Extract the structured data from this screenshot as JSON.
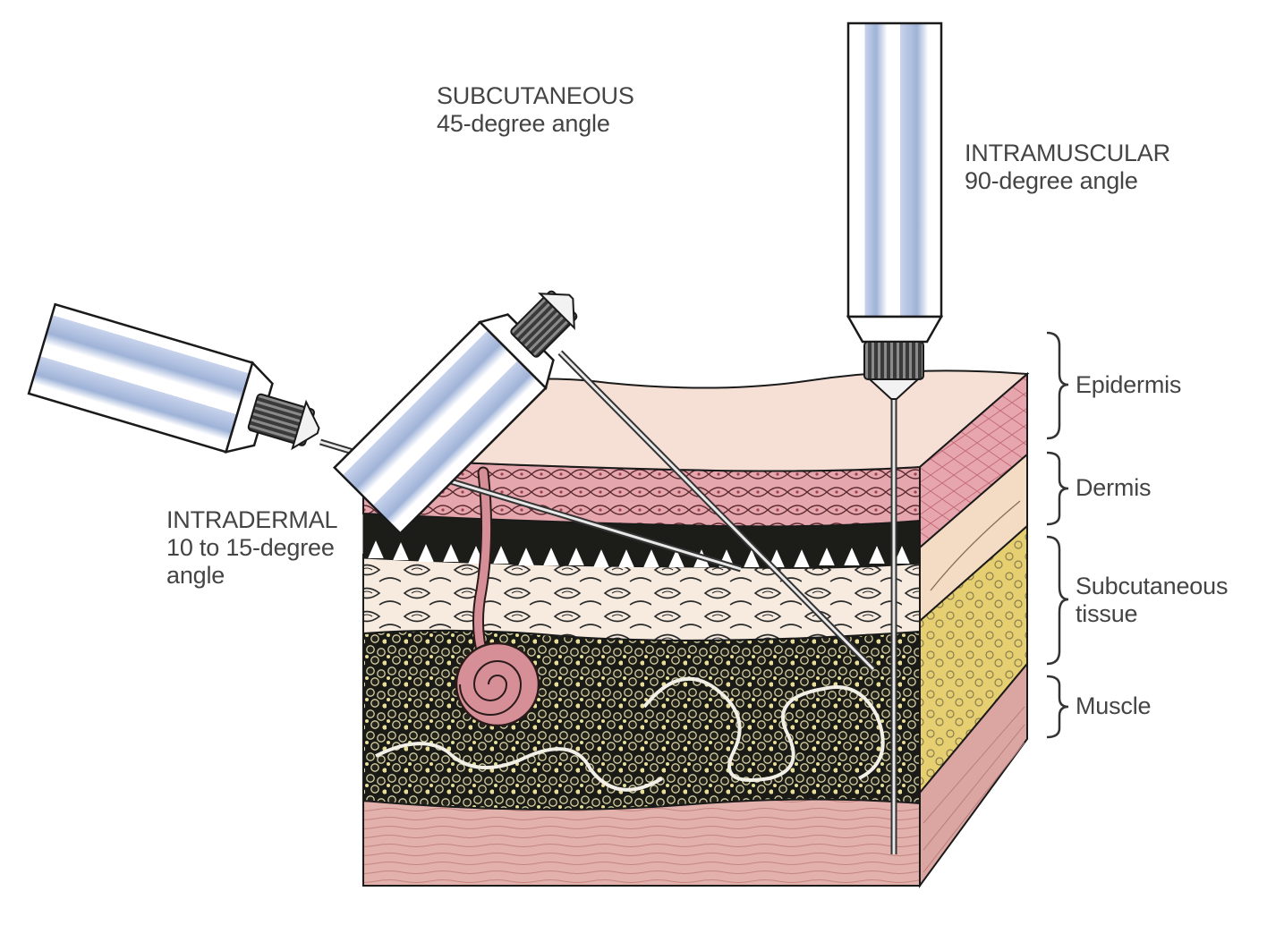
{
  "injections": {
    "subcutaneous": {
      "title": "SUBCUTANEOUS",
      "angle": "45-degree angle"
    },
    "intramuscular": {
      "title": "INTRAMUSCULAR",
      "angle": "90-degree angle"
    },
    "intradermal": {
      "title": "INTRADERMAL",
      "angle_line1": "10 to 15-degree",
      "angle_line2": "angle"
    }
  },
  "layers": {
    "epidermis": "Epidermis",
    "dermis": "Dermis",
    "subcutaneous_line1": "Subcutaneous",
    "subcutaneous_line2": "tissue",
    "muscle": "Muscle"
  },
  "colors": {
    "epidermis_skin": "#f6dfd4",
    "dermis_cells": "#e5a7ad",
    "connective": "#f7ebe0",
    "fat_dark": "#1a1a16",
    "fat_globule": "#d8d2a4",
    "muscle": "#e3b1ac",
    "syringe_stripe": "#9fb3d8",
    "side_fat": "#e6cf70"
  }
}
